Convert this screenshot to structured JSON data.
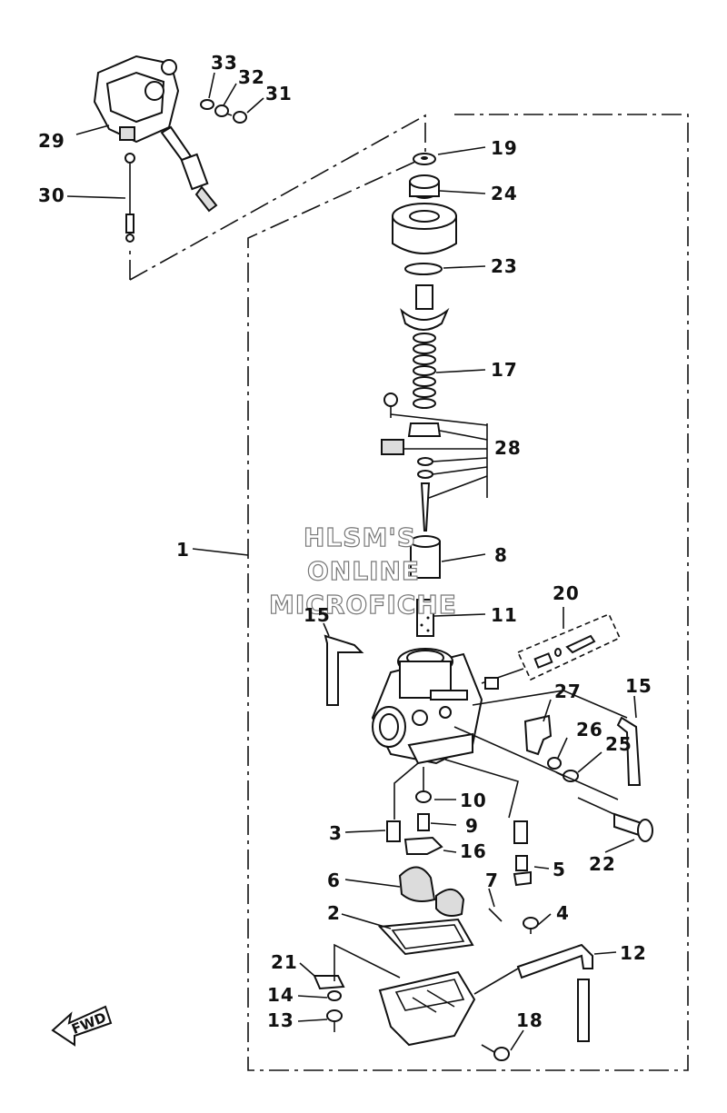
{
  "watermark": {
    "line1": "HLSM'S",
    "line2": "ONLINE",
    "line3": "MICROFICHE"
  },
  "fwd_label": "FWD",
  "parts": {
    "p1": "1",
    "p2": "2",
    "p3": "3",
    "p4": "4",
    "p5": "5",
    "p6": "6",
    "p7": "7",
    "p8": "8",
    "p9": "9",
    "p10": "10",
    "p11": "11",
    "p12": "12",
    "p13": "13",
    "p14": "14",
    "p15a": "15",
    "p15b": "15",
    "p16": "16",
    "p17": "17",
    "p18": "18",
    "p19": "19",
    "p20": "20",
    "p21": "21",
    "p22": "22",
    "p23": "23",
    "p24": "24",
    "p25": "25",
    "p26": "26",
    "p27": "27",
    "p28": "28",
    "p29": "29",
    "p30": "30",
    "p31": "31",
    "p32": "32",
    "p33": "33"
  }
}
